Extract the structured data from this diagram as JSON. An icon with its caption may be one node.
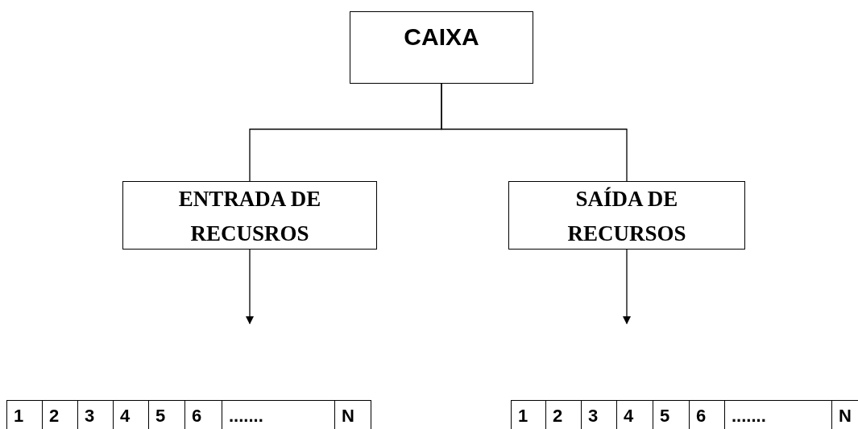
{
  "diagram": {
    "nodes": [
      {
        "text": [
          "CAIXA"
        ]
      },
      {
        "text": [
          "ENTRADA DE RECUSROS"
        ]
      },
      {
        "text": [
          "SAÍDA DE RECURSOS"
        ]
      }
    ],
    "edges": [
      {
        "from": 0,
        "to": 1,
        "arrow": "none"
      },
      {
        "from": 0,
        "to": 2,
        "arrow": "none"
      },
      {
        "from": 1,
        "to": null,
        "arrow": "to"
      },
      {
        "from": 2,
        "to": null,
        "arrow": "to"
      }
    ],
    "labels": [
      "1",
      "2",
      "3",
      "4",
      "5",
      "6",
      ".......",
      "N",
      "1",
      "2",
      "3",
      "4",
      "5",
      "6",
      ".......",
      "N"
    ]
  }
}
